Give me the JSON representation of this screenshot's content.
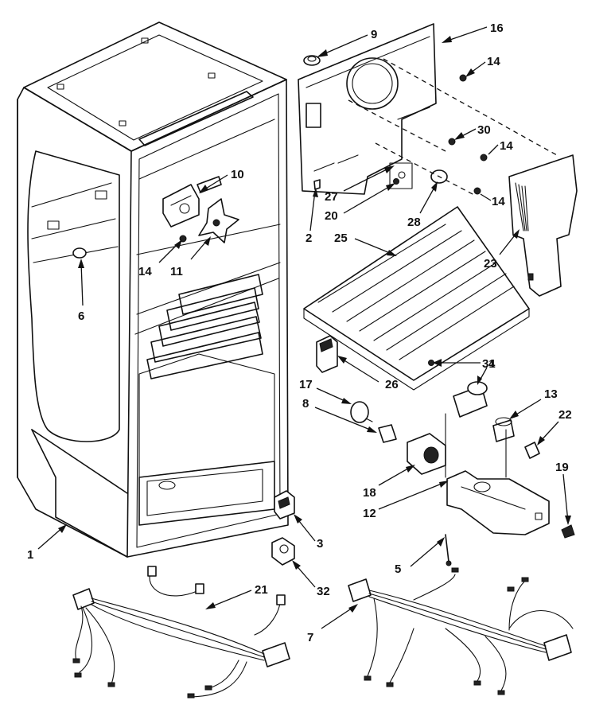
{
  "callouts": [
    "1",
    "2",
    "3",
    "4",
    "5",
    "6",
    "7",
    "8",
    "9",
    "10",
    "11",
    "12",
    "13",
    "14",
    "16",
    "17",
    "18",
    "19",
    "20",
    "21",
    "22",
    "23",
    "25",
    "26",
    "27",
    "28",
    "30",
    "31",
    "32"
  ]
}
